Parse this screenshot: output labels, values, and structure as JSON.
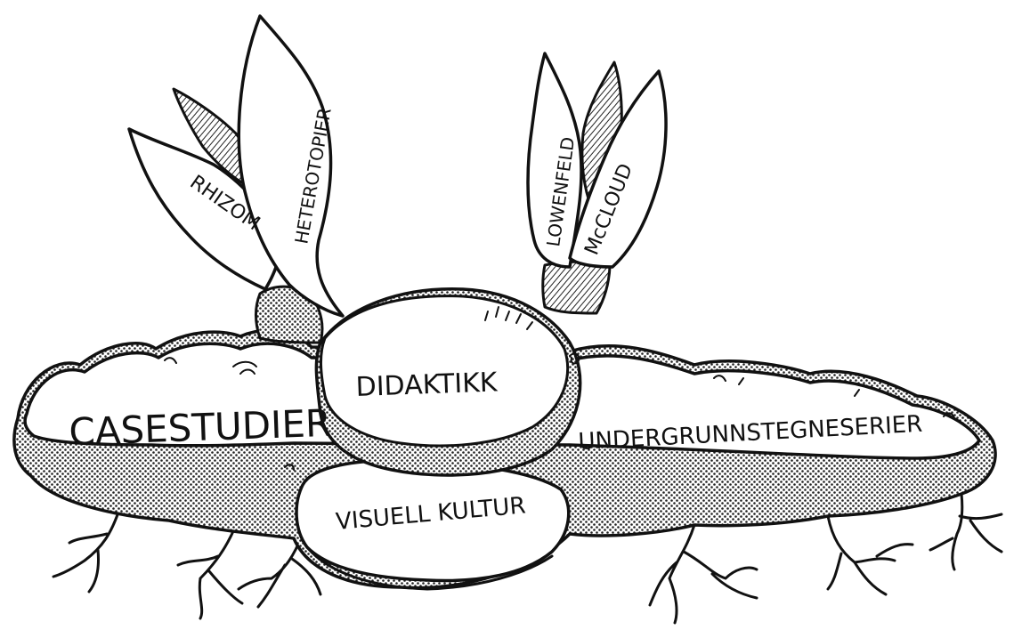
{
  "colors": {
    "ink": "#111111",
    "paper": "#ffffff"
  },
  "labels": {
    "casestudier": "CASESTUDIER",
    "didaktikk": "DIDAKTIKK",
    "undergrunn": "UNDERGRUNNSTEGNESERIER",
    "visuell": "VISUELL KULTUR",
    "rhizom": "RHIZOM",
    "heterotopier": "HETEROTOPIER",
    "lowenfeld": "LOWENFELD",
    "mccloud": "McCLOUD"
  }
}
